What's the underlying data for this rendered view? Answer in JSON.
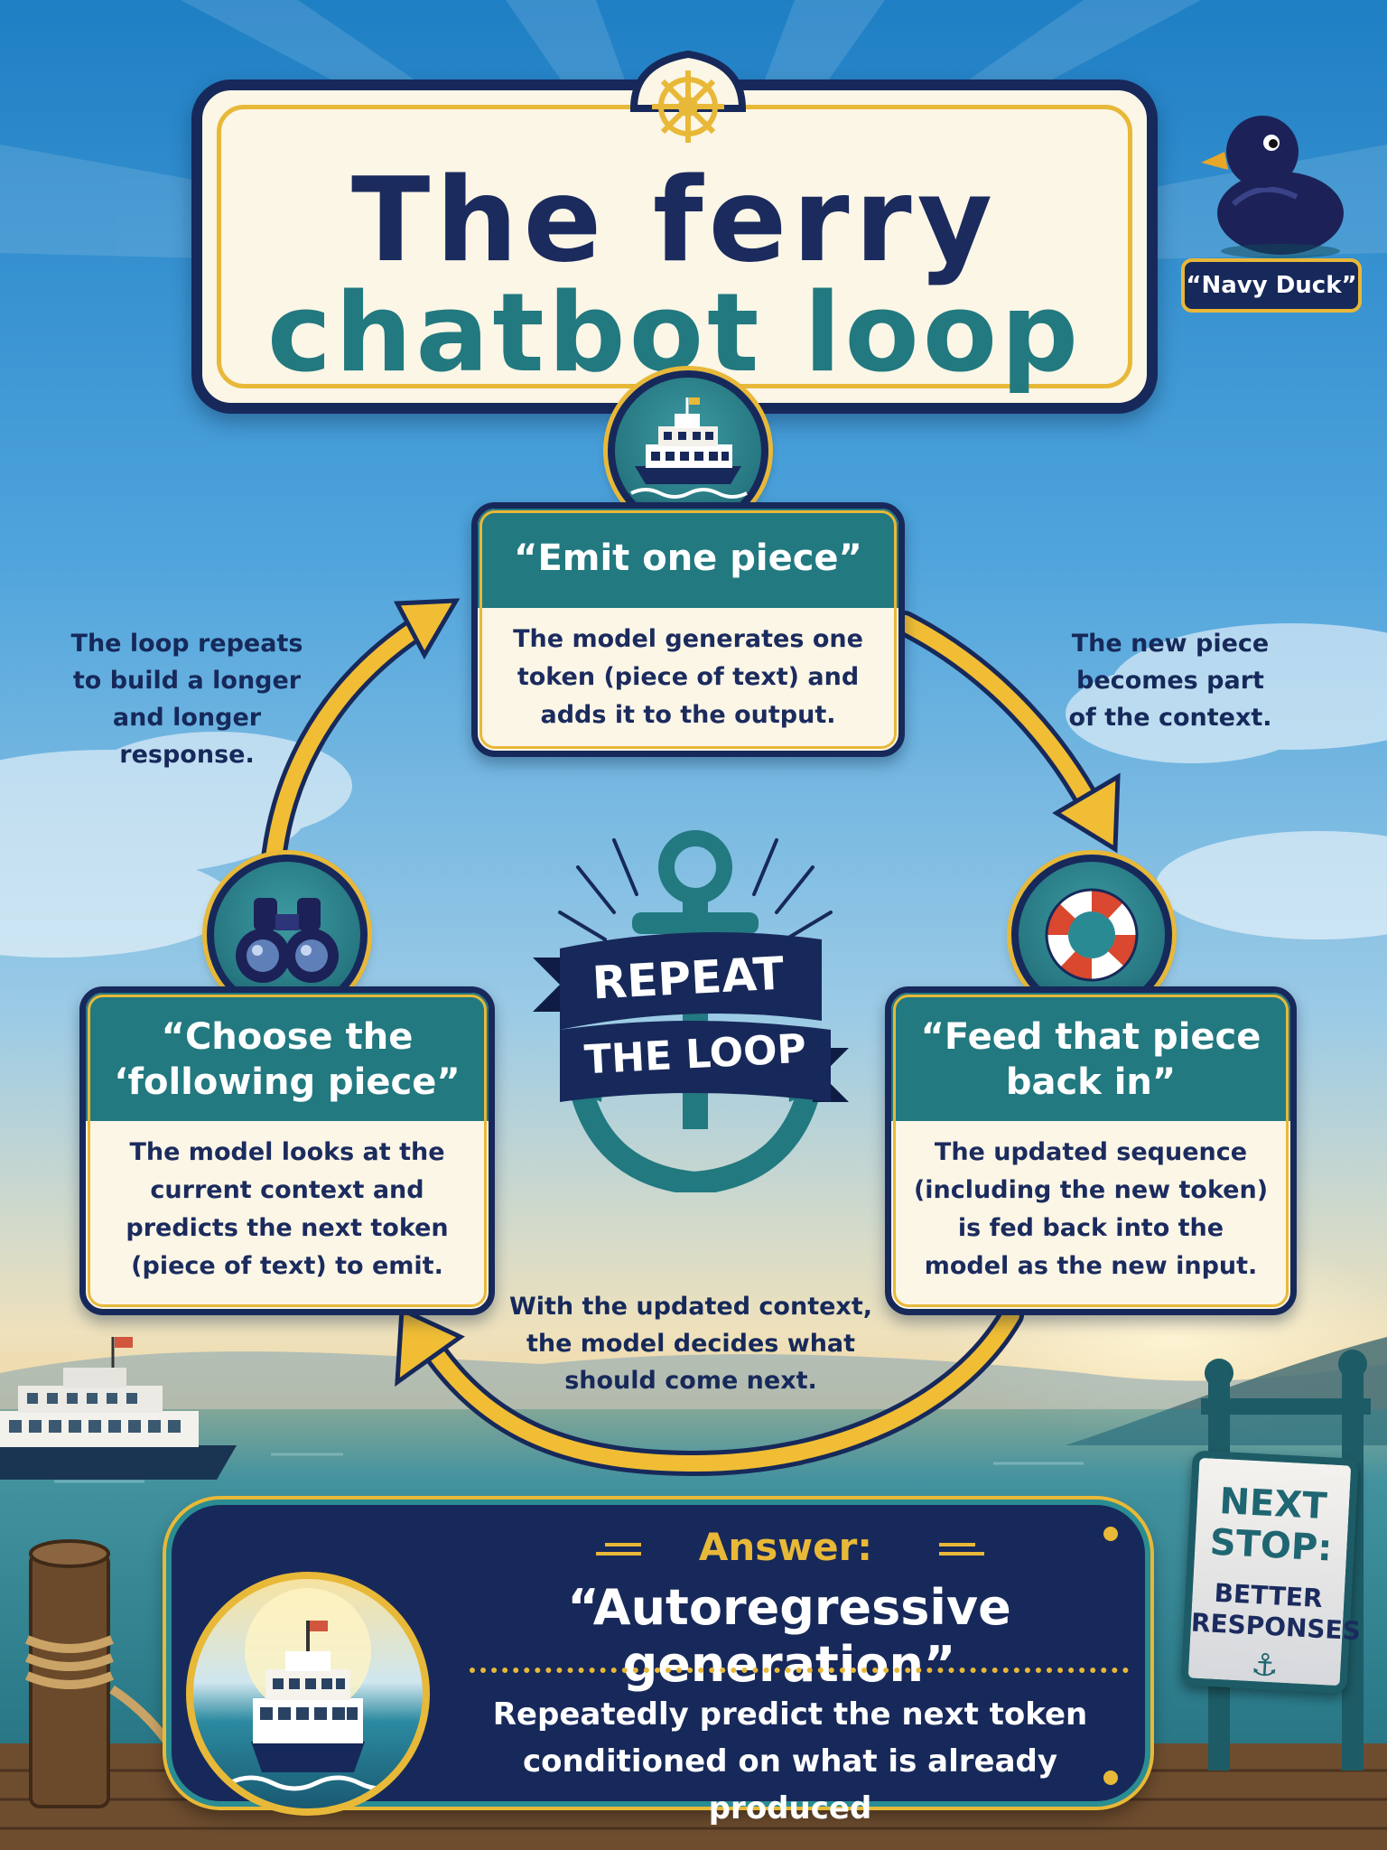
{
  "title": {
    "line1": "The ferry",
    "line2": "chatbot loop"
  },
  "mascot": {
    "label": "“Navy Duck”",
    "icon": "rubber-duck-icon"
  },
  "steps": [
    {
      "title": "“Emit one piece”",
      "body": "The model generates one token (piece of text) and adds it to the output.",
      "icon": "ferry-icon"
    },
    {
      "title": "“Feed that piece back in”",
      "body": "The updated sequence (including the new token) is fed back into the model as the new input.",
      "icon": "life-ring-icon"
    },
    {
      "title": "“Choose the ‘following piece”",
      "body": "The model looks at the current context and predicts the next token (piece of text) to emit.",
      "icon": "binoculars-icon"
    }
  ],
  "notes": {
    "left": "The loop repeats to build a longer and longer response.",
    "right": "The new piece becomes part of the context.",
    "bottom": "With the updated context, the model decides what should come next."
  },
  "center": {
    "line1": "REPEAT",
    "line2": "THE LOOP",
    "icon": "anchor-icon"
  },
  "answer": {
    "label": "Answer:",
    "title": "“Autoregressive generation”",
    "description": "Repeatedly predict the next token conditioned on what is already produced"
  },
  "sign": {
    "line1": "NEXT STOP:",
    "line2": "BETTER RESPONSES",
    "icon": "anchor-icon"
  },
  "colors": {
    "navy": "#17295a",
    "teal": "#227980",
    "gold": "#e8b838",
    "cream": "#fbf6e6"
  }
}
